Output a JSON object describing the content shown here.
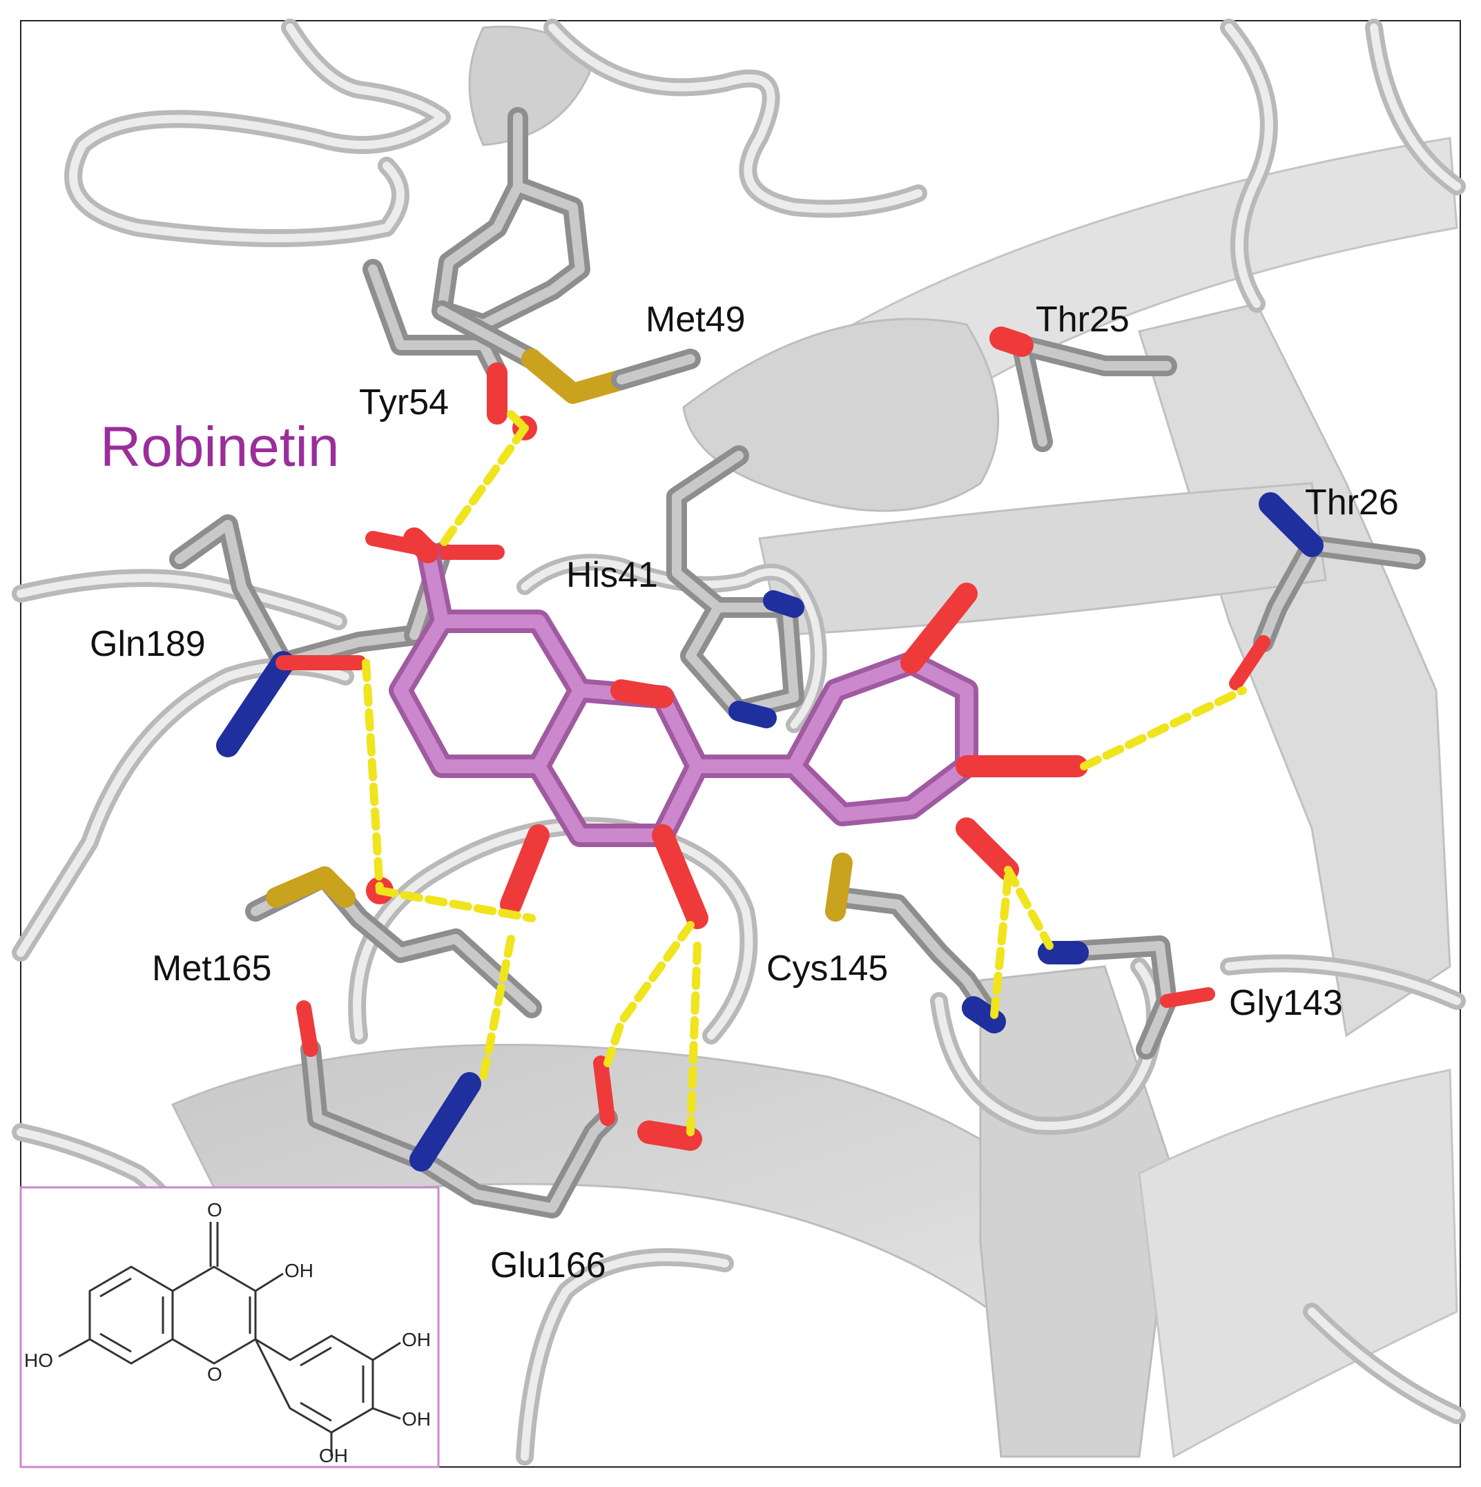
{
  "ligand": {
    "name": "Robinetin",
    "color": "#9b2d9b",
    "stick_color": "#cc88cc"
  },
  "residues": [
    {
      "id": "met49",
      "label": "Met49"
    },
    {
      "id": "thr25",
      "label": "Thr25"
    },
    {
      "id": "tyr54",
      "label": "Tyr54"
    },
    {
      "id": "thr26",
      "label": "Thr26"
    },
    {
      "id": "his41",
      "label": "His41"
    },
    {
      "id": "gln189",
      "label": "Gln189"
    },
    {
      "id": "met165",
      "label": "Met165"
    },
    {
      "id": "cys145",
      "label": "Cys145"
    },
    {
      "id": "gly143",
      "label": "Gly143"
    },
    {
      "id": "glu166",
      "label": "Glu166"
    }
  ],
  "inset": {
    "border_color": "#cc88cc",
    "atom_labels": {
      "ketone_o": "O",
      "oh_3": "OH",
      "ho_7": "HO",
      "ring_o": "O",
      "oh_3p": "OH",
      "oh_4p": "OH",
      "oh_5p": "OH"
    }
  },
  "colors": {
    "carbon": "#a6a6a6",
    "oxygen": "#ee3a3a",
    "nitrogen": "#1f2f9e",
    "sulfur": "#c9a21e",
    "hbond": "#f0e41c",
    "ribbon": "#d6d6d6"
  }
}
